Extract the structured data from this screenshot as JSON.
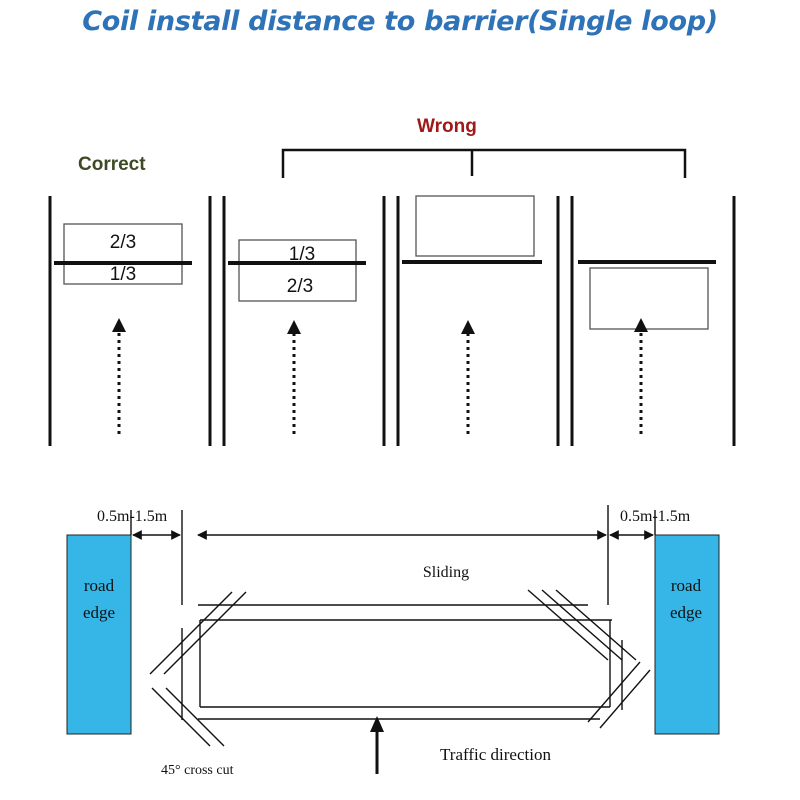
{
  "title": "Coil install distance to barrier(Single loop)",
  "top_diagram": {
    "correct_label": "Correct",
    "wrong_label": "Wrong",
    "panel1": {
      "upper": "2/3",
      "lower": "1/3"
    },
    "panel2": {
      "upper": "1/3",
      "lower": "2/3"
    }
  },
  "bottom_diagram": {
    "left_gap": "0.5m-1.5m",
    "right_gap": "0.5m-1.5m",
    "sliding_label": "Sliding",
    "left_edge": {
      "line1": "road",
      "line2": "edge"
    },
    "right_edge": {
      "line1": "road",
      "line2": "edge"
    },
    "cross_cut_label": "45° cross cut",
    "traffic_label": "Traffic direction"
  },
  "colors": {
    "title": "#2e72b8",
    "correct": "#3d4a24",
    "wrong": "#a01818",
    "road_edge": "#35b6e6"
  }
}
